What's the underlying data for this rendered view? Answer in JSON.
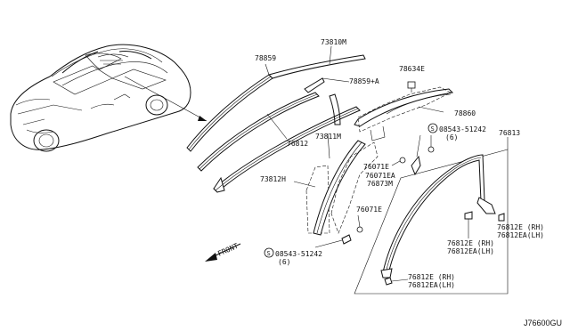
{
  "labels": {
    "p78859": "78859",
    "p73810m": "73810M",
    "p78634e": "78634E",
    "p78859a": "78859+A",
    "p78860": "78860",
    "p76812": "76812",
    "p73811m": "73811M",
    "p08543_right": "08543-51242",
    "p08543_right_qty": "(6)",
    "p76813": "76813",
    "p76071e_a": "76071E",
    "p76071ea": "76071EA",
    "p76873m": "76873M",
    "p73812h": "73812H",
    "p76071e_b": "76071E",
    "p76812e_rh_a": "76812E (RH)",
    "p76812ea_lh_a": "76812EA(LH)",
    "p76812e_rh_b": "76812E (RH)",
    "p76812ea_lh_b": "76812EA(LH)",
    "p08543_left": "08543-51242",
    "p08543_left_qty": "(6)",
    "p76812e_rh_c": "76812E (RH)",
    "p76812ea_lh_c": "76812EA(LH)",
    "front": "FRONT",
    "s_marker": "S",
    "diagram_code": "J76600GU"
  }
}
